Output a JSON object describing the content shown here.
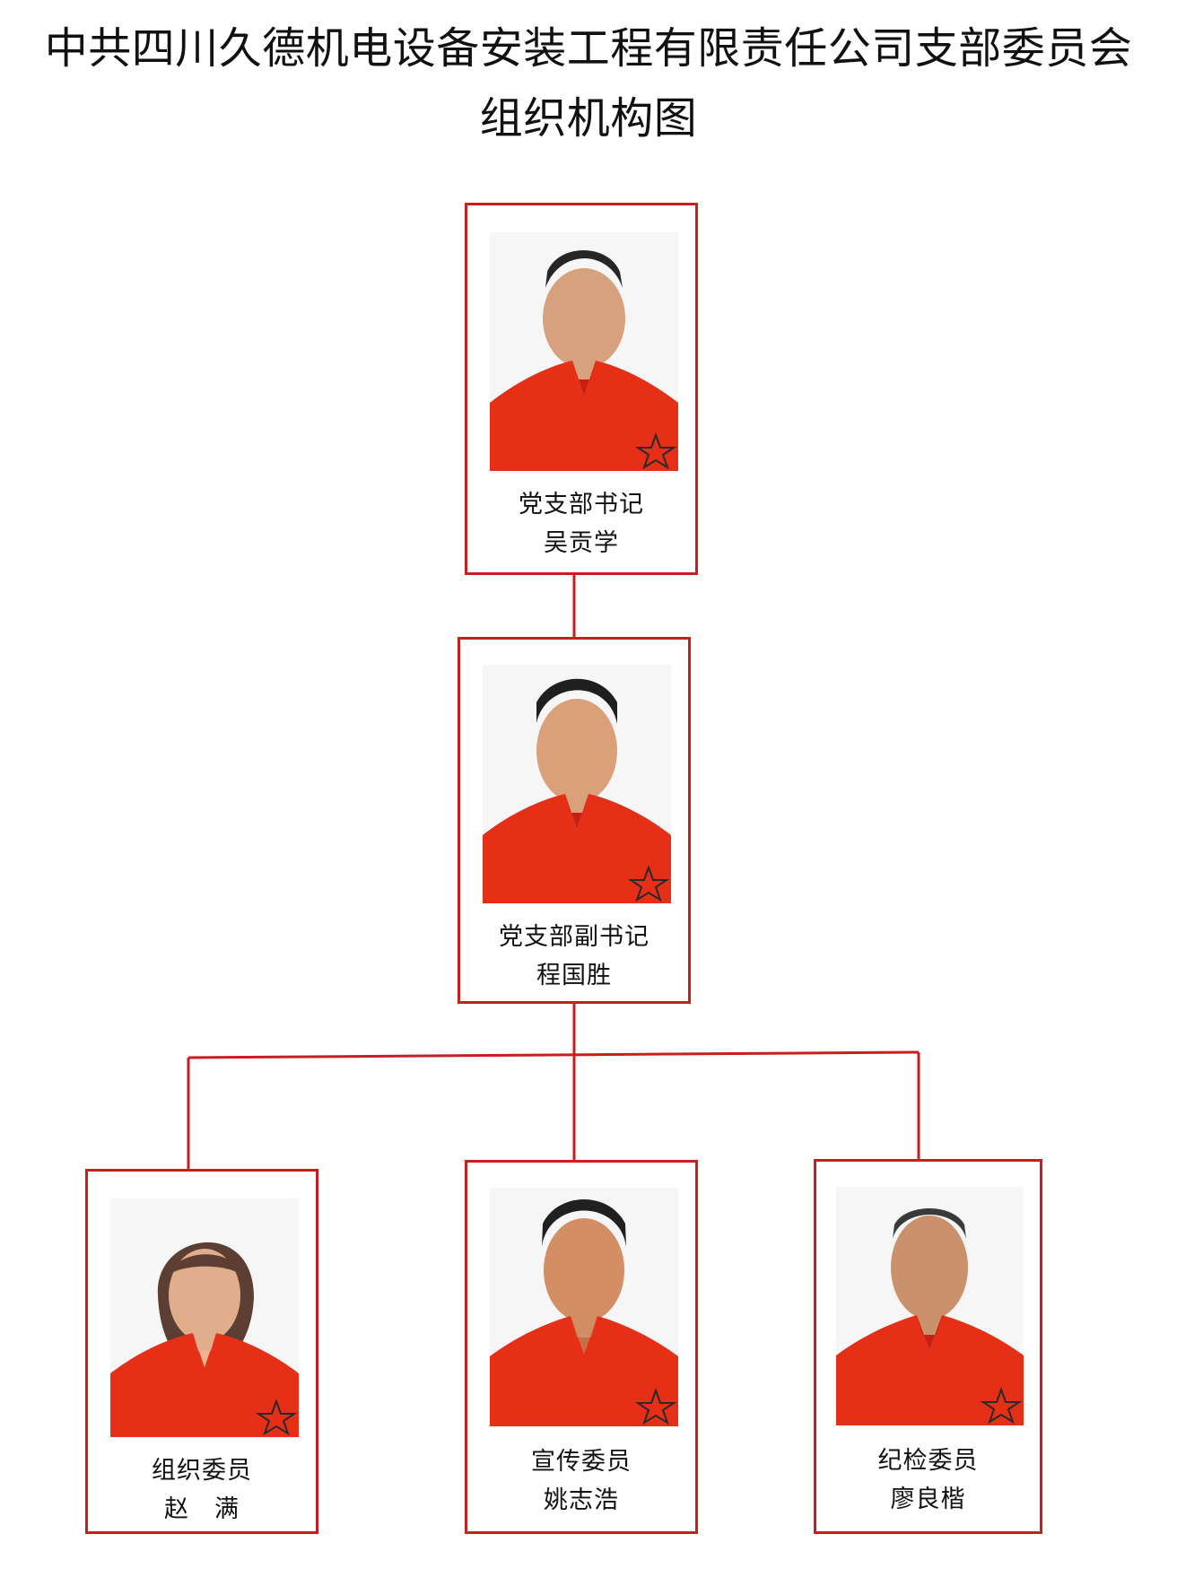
{
  "title_lines": [
    "中共四川久德机电设备安装工程有限责任公司支部委员会",
    "组织机构图"
  ],
  "colors": {
    "frame": "#c81e1e",
    "uniform": "#e62f17",
    "text": "#111111",
    "background": "#ffffff"
  },
  "members": [
    {
      "role": "党支部书记",
      "name": "吴贡学"
    },
    {
      "role": "党支部副书记",
      "name": "程国胜"
    },
    {
      "role": "组织委员",
      "name": "赵　满"
    },
    {
      "role": "宣传委员",
      "name": "姚志浩"
    },
    {
      "role": "纪检委员",
      "name": "廖良楷"
    }
  ]
}
